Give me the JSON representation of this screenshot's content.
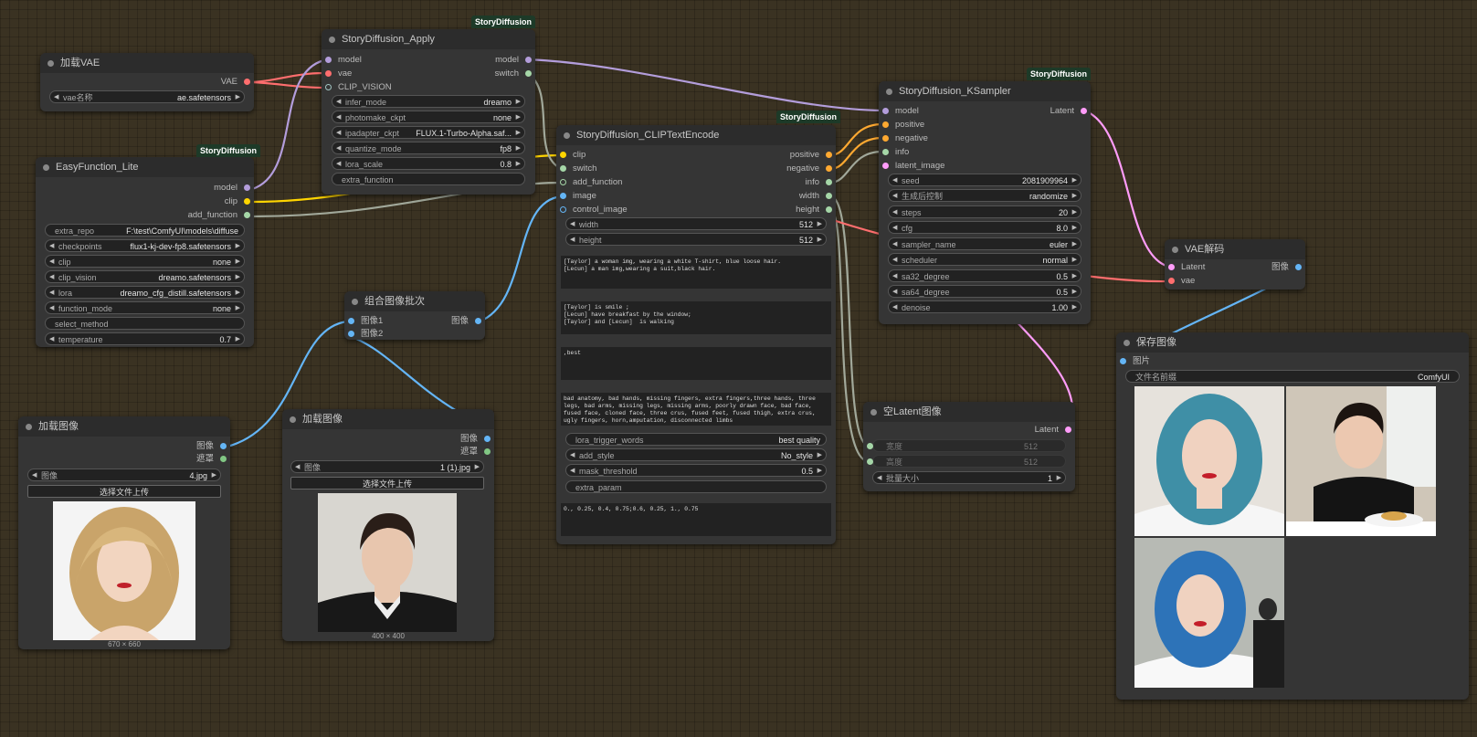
{
  "badges": {
    "label": "StoryDiffusion"
  },
  "load_vae": {
    "title": "加载VAE",
    "out_vae": "VAE",
    "vae_name_label": "vae名称",
    "vae_name_value": "ae.safetensors"
  },
  "easy": {
    "title": "EasyFunction_Lite",
    "outputs": [
      "model",
      "clip",
      "add_function"
    ],
    "widgets": [
      {
        "label": "extra_repo",
        "value": "F:\\test\\ComfyUI\\models\\diffuse"
      },
      {
        "label": "checkpoints",
        "value": "flux1-kj-dev-fp8.safetensors"
      },
      {
        "label": "clip",
        "value": "none"
      },
      {
        "label": "clip_vision",
        "value": "dreamo.safetensors"
      },
      {
        "label": "lora",
        "value": "dreamo_cfg_distill.safetensors"
      },
      {
        "label": "function_mode",
        "value": "none"
      },
      {
        "label": "select_method",
        "value": ""
      },
      {
        "label": "temperature",
        "value": "0.7"
      }
    ]
  },
  "apply": {
    "title": "StoryDiffusion_Apply",
    "inputs": [
      "model",
      "vae",
      "CLIP_VISION"
    ],
    "outputs": [
      "model",
      "switch"
    ],
    "widgets": [
      {
        "label": "infer_mode",
        "value": "dreamo"
      },
      {
        "label": "photomake_ckpt",
        "value": "none"
      },
      {
        "label": "ipadapter_ckpt",
        "value": "FLUX.1-Turbo-Alpha.saf..."
      },
      {
        "label": "quantize_mode",
        "value": "fp8"
      },
      {
        "label": "lora_scale",
        "value": "0.8"
      },
      {
        "label": "extra_function",
        "value": ""
      }
    ]
  },
  "batch": {
    "title": "组合图像批次",
    "inputs": [
      "图像1",
      "图像2"
    ],
    "output": "图像"
  },
  "load_image_1": {
    "title": "加载图像",
    "outputs": [
      "图像",
      "遮罩"
    ],
    "image_label": "图像",
    "image_value": "4.jpg",
    "upload_label": "选择文件上传",
    "size": "670 × 660"
  },
  "load_image_2": {
    "title": "加载图像",
    "outputs": [
      "图像",
      "遮罩"
    ],
    "image_label": "图像",
    "image_value": "1 (1).jpg",
    "upload_label": "选择文件上传",
    "size": "400 × 400"
  },
  "encode": {
    "title": "StoryDiffusion_CLIPTextEncode",
    "inputs": [
      "clip",
      "switch",
      "add_function",
      "image",
      "control_image"
    ],
    "outputs": [
      "positive",
      "negative",
      "info",
      "width",
      "height"
    ],
    "width_label": "width",
    "width_value": "512",
    "height_label": "height",
    "height_value": "512",
    "text_character": "[Taylor] a woman img, wearing a white T-shirt, blue loose hair.\n[Lecun] a man img,wearing a suit,black hair.",
    "text_scene": "[Taylor] is smile ;\n[Lecun] have breakfast by the window;\n[Taylor] and [Lecun]  is walking",
    "text_style": ",best",
    "text_negative": "bad anatomy, bad hands, missing fingers, extra fingers,three hands, three legs, bad arms, missing legs, missing arms, poorly drawn face, bad face, fused face, cloned face, three crus, fused feet, fused thigh, extra crus, ugly fingers, horn,amputation, disconnected limbs",
    "widgets": [
      {
        "label": "lora_trigger_words",
        "value": "best quality",
        "arrows": false
      },
      {
        "label": "add_style",
        "value": "No_style",
        "arrows": true
      },
      {
        "label": "mask_threshold",
        "value": "0.5",
        "arrows": true
      },
      {
        "label": "extra_param",
        "value": "",
        "arrows": false
      }
    ],
    "text_params": "0., 0.25, 0.4, 0.75;0.6, 0.25, 1., 0.75"
  },
  "ksampler": {
    "title": "StoryDiffusion_KSampler",
    "inputs": [
      "model",
      "positive",
      "negative",
      "info",
      "latent_image"
    ],
    "output": "Latent",
    "widgets": [
      {
        "label": "seed",
        "value": "2081909964"
      },
      {
        "label": "生成后控制",
        "value": "randomize"
      },
      {
        "label": "steps",
        "value": "20"
      },
      {
        "label": "cfg",
        "value": "8.0"
      },
      {
        "label": "sampler_name",
        "value": "euler"
      },
      {
        "label": "scheduler",
        "value": "normal"
      },
      {
        "label": "sa32_degree",
        "value": "0.5"
      },
      {
        "label": "sa64_degree",
        "value": "0.5"
      },
      {
        "label": "denoise",
        "value": "1.00"
      }
    ]
  },
  "vae_decode": {
    "title": "VAE解码",
    "inputs": [
      "Latent",
      "vae"
    ],
    "output": "图像"
  },
  "empty_latent": {
    "title": "空Latent图像",
    "output": "Latent",
    "widgets": [
      {
        "label": "宽度",
        "value": "512"
      },
      {
        "label": "高度",
        "value": "512"
      },
      {
        "label": "批量大小",
        "value": "1"
      }
    ]
  },
  "save": {
    "title": "保存图像",
    "input": "图片",
    "prefix_label": "文件名前缀",
    "prefix_value": "ComfyUI"
  },
  "colors": {
    "model": "#b39ddb",
    "vae": "#ff6e6e",
    "clip": "#ffd500",
    "clip_vision": "#a1c4c2",
    "image": "#64b5f6",
    "mask": "#81c784",
    "conditioning": "#ffa931",
    "latent": "#ff9cf9",
    "generic": "#a5d6a7",
    "int": "#a5d6a7"
  }
}
